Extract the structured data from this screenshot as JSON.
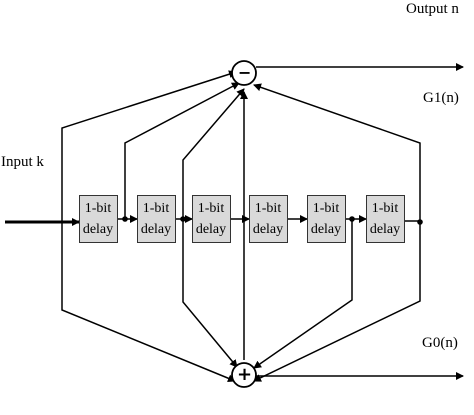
{
  "labels": {
    "output": "Output n",
    "g1": "G1(n)",
    "input": "Input k",
    "g0": "G0(n)"
  },
  "delay_blocks": [
    {
      "line1": "1-bit",
      "line2": "delay"
    },
    {
      "line1": "1-bit",
      "line2": "delay"
    },
    {
      "line1": "1-bit",
      "line2": "delay"
    },
    {
      "line1": "1-bit",
      "line2": "delay"
    },
    {
      "line1": "1-bit",
      "line2": "delay"
    },
    {
      "line1": "1-bit",
      "line2": "delay"
    }
  ],
  "adders": {
    "top_symbol": "−",
    "bottom_symbol": "+"
  }
}
